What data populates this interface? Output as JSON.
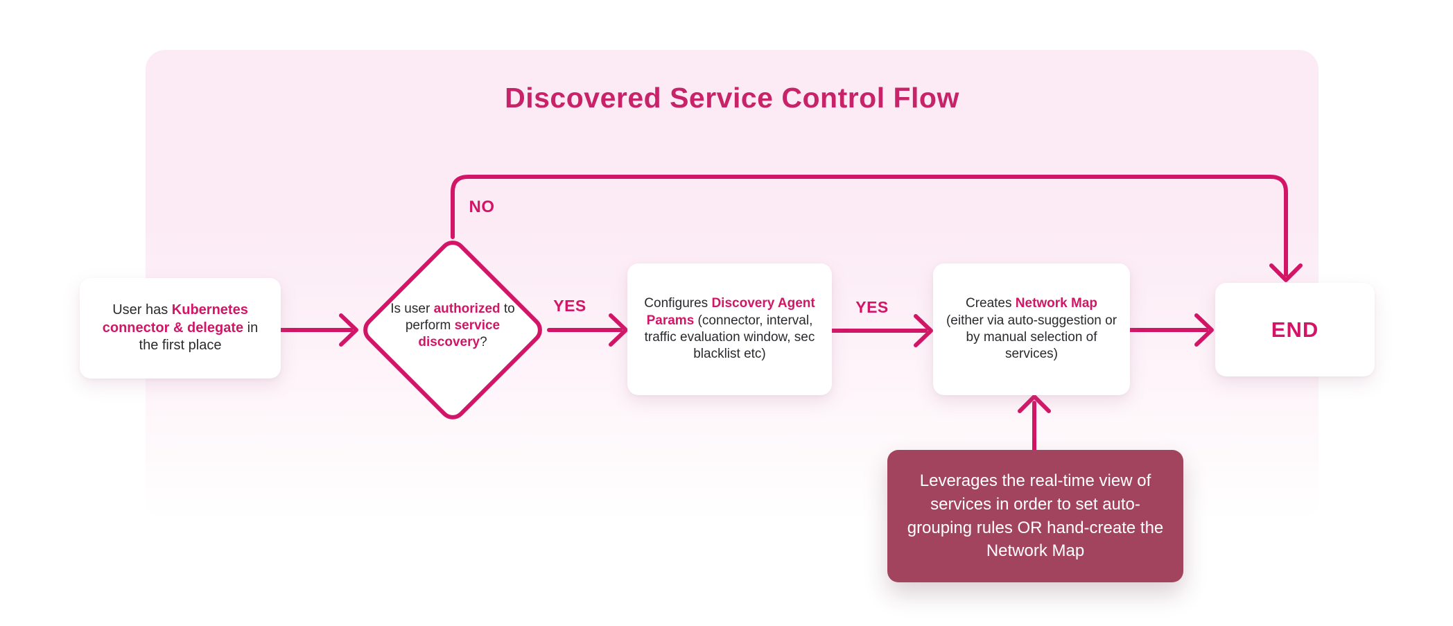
{
  "title": {
    "text": "Discovered Service Control Flow"
  },
  "colors": {
    "accent": "#d21566",
    "title_color": "#c72368",
    "node_text": "#2a2a2e",
    "note_bg": "#a3445f",
    "note_text": "#ffffff",
    "node_bg": "#ffffff",
    "panel_top": "#fcebf5"
  },
  "labels": {
    "no": "NO",
    "yes1": "YES",
    "yes2": "YES"
  },
  "nodes": {
    "start": {
      "seg1": "User has ",
      "highlight": "Kubernetes connector & delegate",
      "seg2": " in the first place"
    },
    "decision": {
      "seg1": "Is user ",
      "highlight1": "authorized",
      "seg2": " to perform ",
      "highlight2": "service discovery",
      "seg3": "?"
    },
    "configure": {
      "seg1": "Configures ",
      "highlight": "Discovery Agent Params",
      "seg2": " (connector, interval, traffic evaluation window, sec blacklist etc)"
    },
    "create": {
      "seg1": "Creates ",
      "highlight": "Network Map",
      "seg2": " (either via auto-suggestion or by manual selection of services)"
    },
    "end": {
      "label": "END"
    },
    "note": {
      "text": "Leverages the real-time view of services in order to set auto-grouping rules OR hand-create the Network Map"
    }
  }
}
